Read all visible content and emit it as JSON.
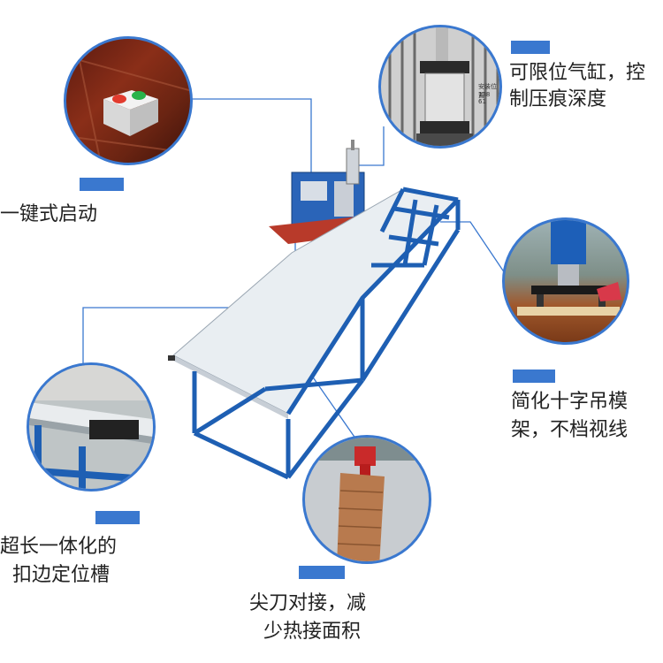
{
  "features": [
    {
      "label_line1": "可限位气缸，控",
      "label_line2": "制压痕深度"
    },
    {
      "label_line1": "一键式启动"
    },
    {
      "label_line1": "简化十字吊模",
      "label_line2": "架，不档视线"
    },
    {
      "label_line1": "超长一体化的",
      "label_line2": "扣边定位槽"
    },
    {
      "label_line1": "尖刀对接，减",
      "label_line2": "少热接面积"
    }
  ],
  "photo_texts": {
    "cylinder_sign_1": "安装位置",
    "cylinder_sign_2": "138 61"
  },
  "colors": {
    "accent": "#3a78cf",
    "frame_blue": "#1e5fb3",
    "table_white": "#e9eef2",
    "text": "#222222"
  }
}
